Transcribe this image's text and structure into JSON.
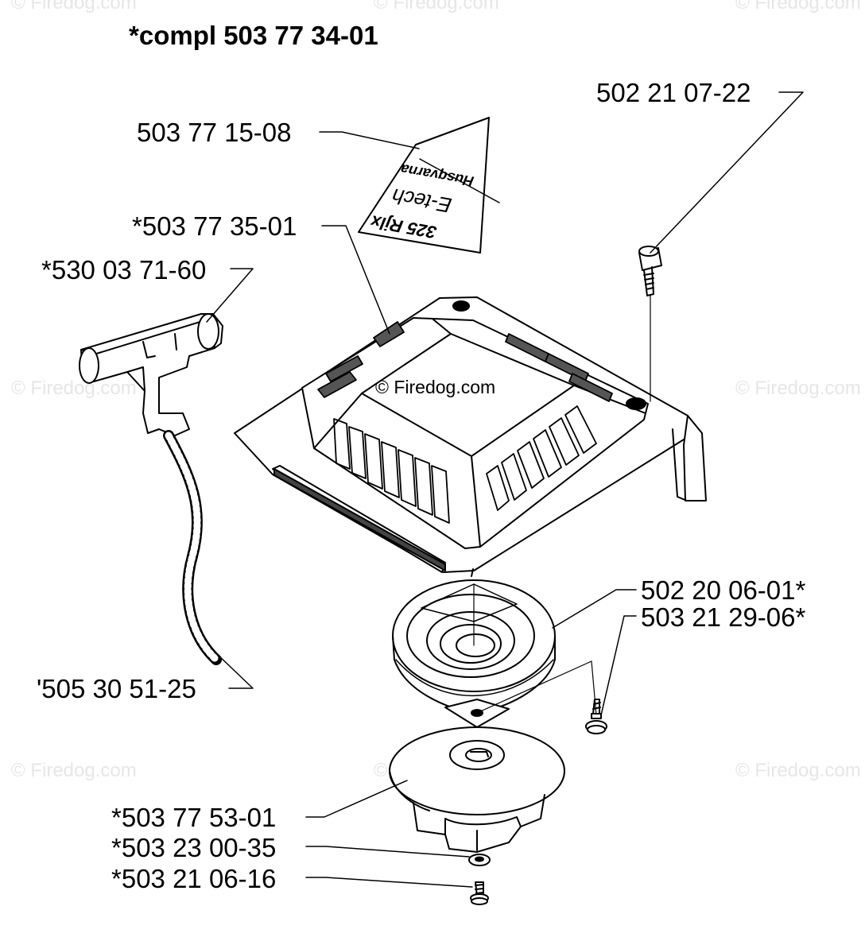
{
  "title": "*compl 503 77 34-01",
  "watermark": {
    "text": "© Firedog.com",
    "center_text": "© Firedog.com"
  },
  "decal": {
    "brand": "Husqvarna",
    "line1": "E-tech",
    "line2": "325 Rjlx"
  },
  "parts": [
    {
      "id": "cover-label",
      "number": "503 77 15-08"
    },
    {
      "id": "screw-top",
      "number": "502 21 07-22"
    },
    {
      "id": "fan-cover",
      "number": "*503 77 35-01"
    },
    {
      "id": "handle",
      "number": "*530 03 71-60"
    },
    {
      "id": "rope",
      "number": "'505 30 51-25"
    },
    {
      "id": "spring-cassette",
      "number": "502 20 06-01*"
    },
    {
      "id": "screw-small",
      "number": "503 21 29-06*"
    },
    {
      "id": "pulley",
      "number": "*503 77 53-01"
    },
    {
      "id": "washer",
      "number": "*503 23 00-35"
    },
    {
      "id": "screw-bottom",
      "number": "*503 21 06-16"
    }
  ]
}
